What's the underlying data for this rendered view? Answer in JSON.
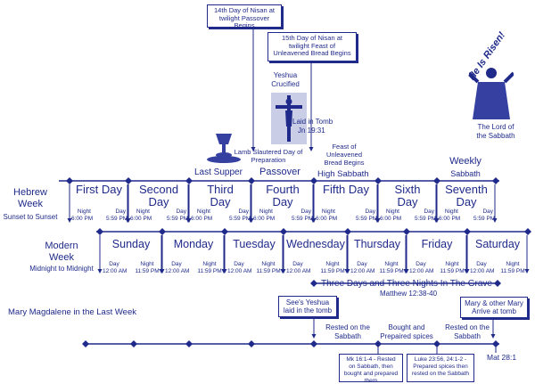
{
  "top_boxes": {
    "nisan14": "14th Day of Nisan at twilight Passover Begins",
    "nisan15": "15th Day of Nisan at twilight Feast of Unleavened Bread Begins"
  },
  "crucifixion": {
    "label": "Yeshua Crucified",
    "laid": "Laid in Tomb",
    "ref": "Jn 19:31"
  },
  "risen": {
    "banner": "He Is Risen!",
    "lord": "The Lord of the Sabbath"
  },
  "upper_labels": {
    "last_supper": "Last Supper",
    "lamb": "Lamb Slautered Day of Preparation",
    "passover": "Passover",
    "feast": "Feast of Unleavened Bread Begins",
    "high_sabbath": "High Sabbath",
    "weekly": "Weekly",
    "weekly_sabbath": "Sabbath"
  },
  "hebrew_week": {
    "title": "Hebrew Week",
    "subtitle": "Sunset to Sunset",
    "days": [
      "First Day",
      "Second Day",
      "Third Day",
      "Fourth Day",
      "Fifth Day",
      "Sixth Day",
      "Seventh Day"
    ],
    "night_label": "Night",
    "night_time": "6:00 PM",
    "day_label": "Day",
    "day_time": "5:59 PM"
  },
  "modern_week": {
    "title": "Modern Week",
    "subtitle": "Midnight to Midnight",
    "days": [
      "Sunday",
      "Monday",
      "Tuesday",
      "Wednesday",
      "Thursday",
      "Friday",
      "Saturday"
    ],
    "day_label": "Day",
    "day_time": "12:00 AM",
    "night_label": "Night",
    "night_time": "11:59 PM"
  },
  "grave": {
    "title": "Three Days and Three Nights In The Grave",
    "ref": "Matthew 12:38-40"
  },
  "mary": {
    "title": "Mary Magdalene in the Last Week",
    "sees": "See's Yeshua laid in the tomb",
    "arrive": "Mary & other Mary Arrive at tomb",
    "rested1": "Rested on the Sabbath",
    "bought": "Bought and Prepaired spices",
    "rested2": "Rested on the Sabbath",
    "mk": "Mk 16:1-4 - Rested on Sabbath, then bought and prepared them",
    "luke": "Luke 23:56, 24:1-2 - Prepared spices then rested on the Sabbath",
    "mat": "Mat 28:1"
  }
}
